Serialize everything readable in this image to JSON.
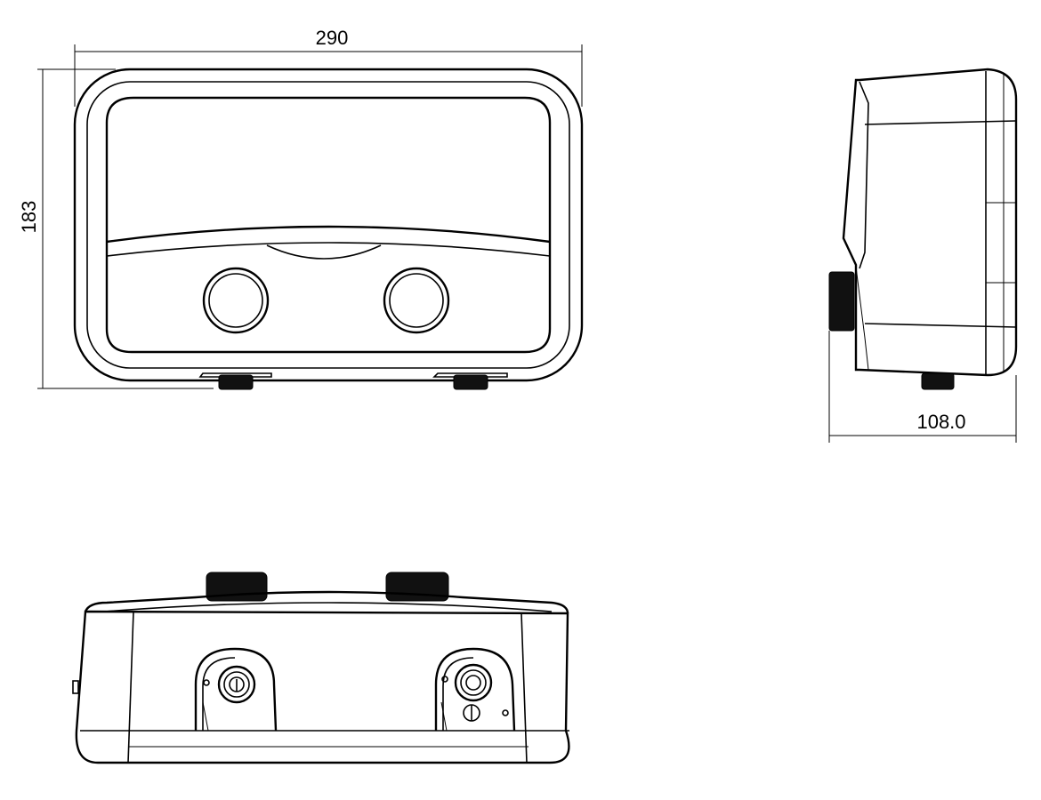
{
  "dimensions": {
    "width": "290",
    "height": "183",
    "depth": "108.0"
  },
  "colors": {
    "line": "#000000",
    "background": "#ffffff",
    "knob_fill": "#111111"
  },
  "views": [
    "front-view",
    "side-view",
    "bottom-view"
  ]
}
